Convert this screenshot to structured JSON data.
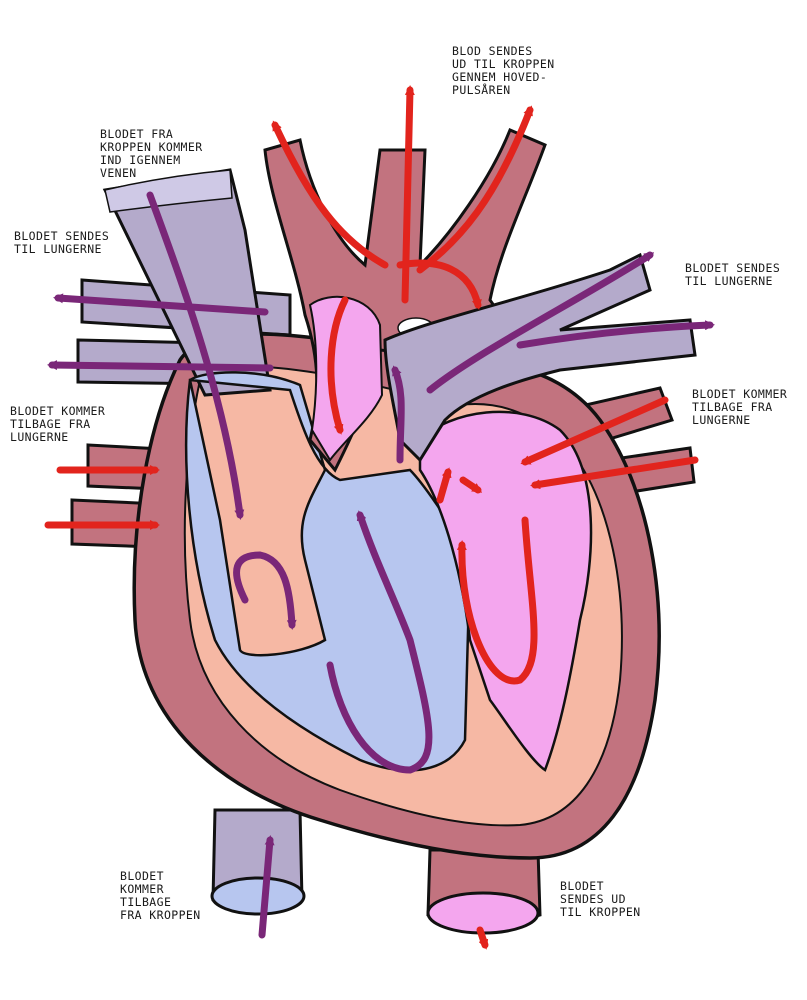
{
  "labels": {
    "aorta_out": [
      "Blod sendes",
      "ud til kroppen",
      "gennem hoved-",
      "pulsåren"
    ],
    "vena_cava_in": [
      "Blodet fra",
      "kroppen kommer",
      "ind igennem",
      "venen"
    ],
    "lungs_out_left": [
      "Blodet sendes",
      "til lungerne"
    ],
    "lungs_out_right": [
      "Blodet sendes",
      "til lungerne"
    ],
    "lungs_in_right": [
      "Blodet kommer",
      "tilbage fra",
      "lungerne"
    ],
    "lungs_in_left": [
      "Blodet kommer",
      "tilbage fra",
      "lungerne"
    ],
    "body_in_bottom": [
      "Blodet",
      "kommer",
      "tilbage",
      "fra kroppen"
    ],
    "body_out_bottom": [
      "Blodet",
      "sendes ud",
      "til kroppen"
    ]
  },
  "colors": {
    "muscle": "#c2737f",
    "muscle_inner": "#f6b8a4",
    "deoxygenated": "#b7c6ef",
    "vein": "#b4aacb",
    "oxygenated": "#f4a6ee",
    "arrow_red": "#e2241d",
    "arrow_purple": "#7a2778",
    "outline": "#111111"
  }
}
